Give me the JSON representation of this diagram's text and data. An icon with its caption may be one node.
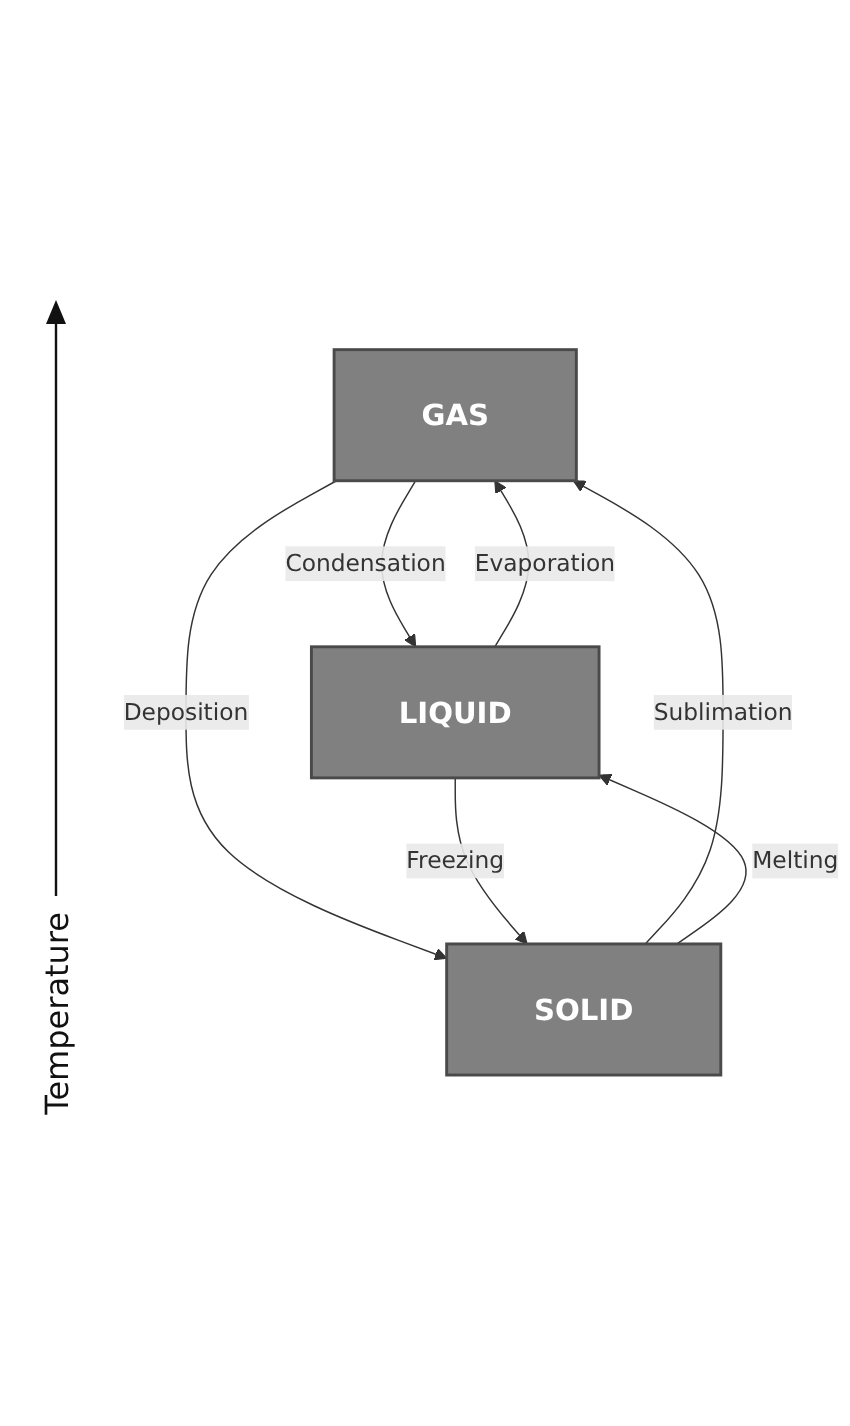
{
  "diagram": {
    "nodes": [
      {
        "text": [
          "GAS"
        ]
      },
      {
        "text": [
          "LIQUID"
        ]
      },
      {
        "text": [
          "SOLID"
        ]
      }
    ],
    "edges": [
      {
        "from": 2,
        "to": 0,
        "arrow": "to",
        "label": "Sublimation"
      },
      {
        "from": 1,
        "to": 0,
        "arrow": "to",
        "label": "Evaporation"
      },
      {
        "from": 0,
        "to": 1,
        "arrow": "to",
        "label": "Condensation"
      },
      {
        "from": 0,
        "to": 2,
        "arrow": "to",
        "label": "Deposition"
      },
      {
        "from": 2,
        "to": 1,
        "arrow": "to",
        "label": "Melting"
      },
      {
        "from": 1,
        "to": 2,
        "arrow": "to",
        "label": "Freezing"
      }
    ],
    "labels": [
      "Temperature"
    ]
  }
}
